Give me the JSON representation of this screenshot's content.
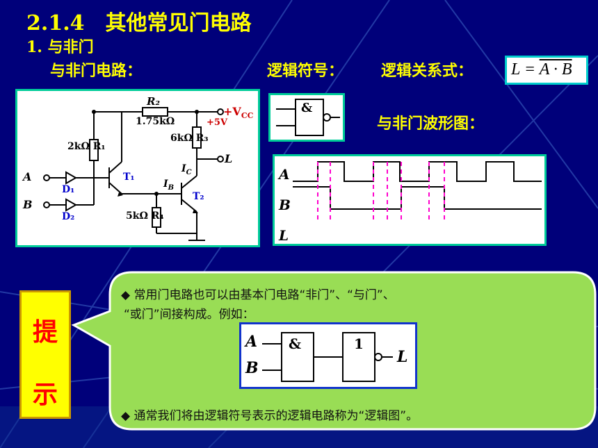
{
  "title": "2.1.4　其他常见门电路",
  "section": "1. 与非门",
  "labels": {
    "circuit": "与非门电路：",
    "symbol": "逻辑符号：",
    "relation": "逻辑关系式：",
    "waveform": "与非门波形图："
  },
  "formula": {
    "lhs": "L = ",
    "rhs": "A · B"
  },
  "circuit": {
    "r2_name": "R₂",
    "r2_value": "1.75kΩ",
    "vcc": "+V",
    "vcc_sub": "CC",
    "vcc_value": "+5V",
    "r1": "2kΩ  R₁",
    "r3": "6kΩ  R₃",
    "r4": "5kΩ  R₄",
    "input_a": "A",
    "input_b": "B",
    "d1": "D₁",
    "d2": "D₂",
    "t1": "T₁",
    "t2": "T₂",
    "ib": "I",
    "ib_sub": "B",
    "ic": "I",
    "ic_sub": "C",
    "out": "L"
  },
  "gate_symbol": {
    "label": "&"
  },
  "waveform": {
    "a": "A",
    "b": "B",
    "l": "L"
  },
  "hint": {
    "chars": [
      "提",
      "示"
    ],
    "line1": "◆    常用门电路也可以由基本门电路“非门”、“与门”、",
    "line2": "“或门”间接构成。例如：",
    "line3": "◆    通常我们将由逻辑符号表示的逻辑电路称为“逻辑图”。"
  },
  "hint_diagram": {
    "a": "A",
    "b": "B",
    "and_label": "&",
    "not_label": "1",
    "out": "L"
  }
}
